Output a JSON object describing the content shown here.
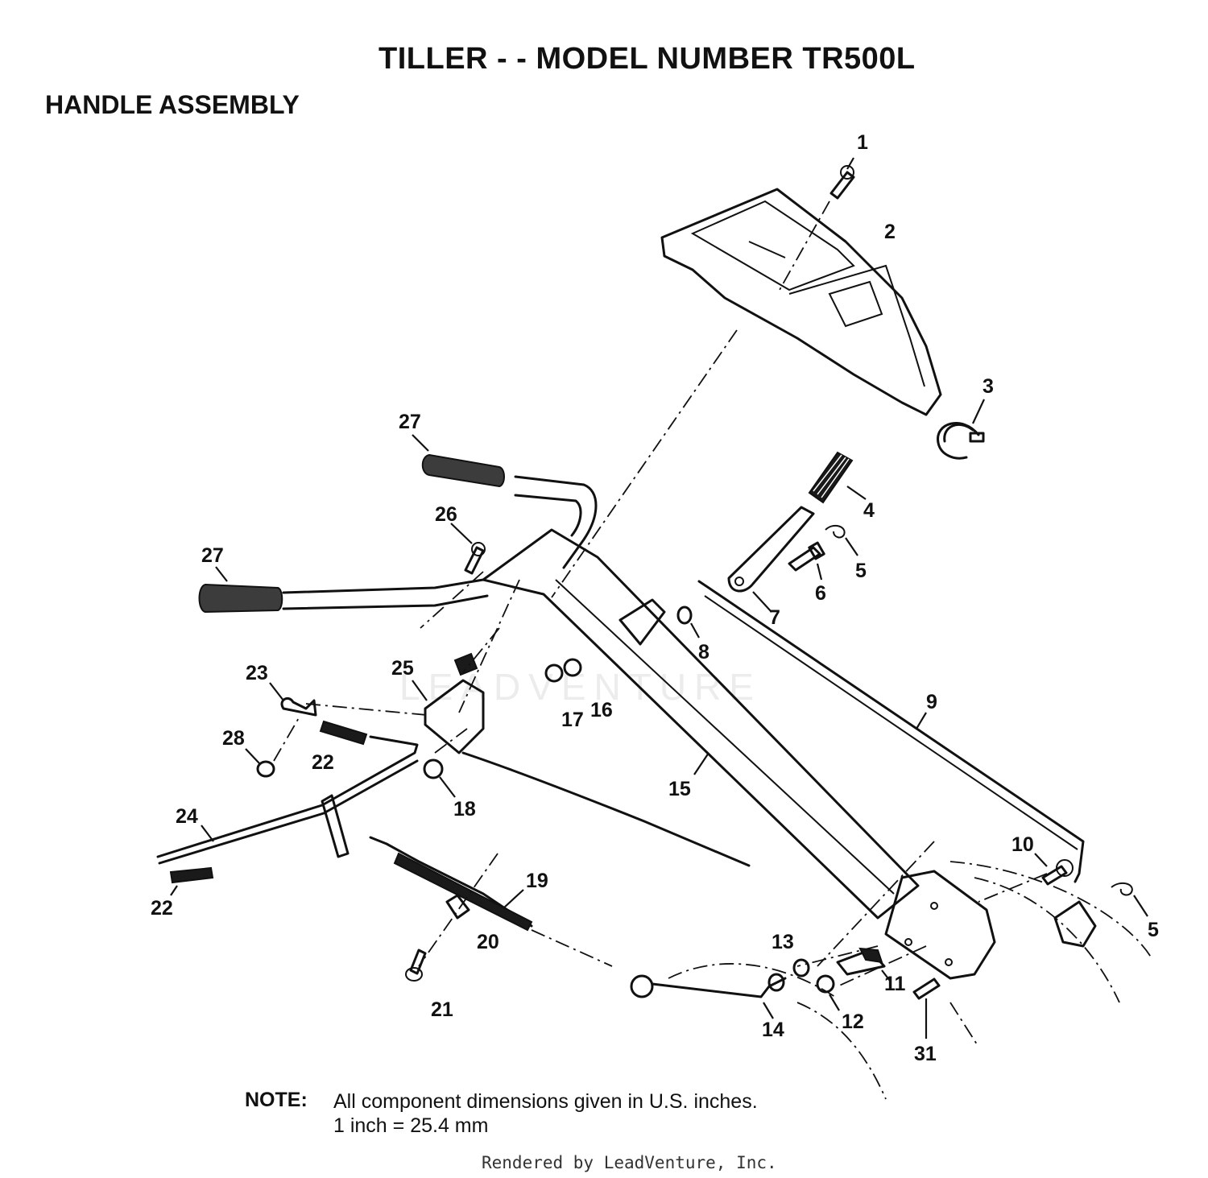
{
  "title": "TILLER - - MODEL NUMBER TR500L",
  "subtitle": "HANDLE ASSEMBLY",
  "note": {
    "label": "NOTE:",
    "line1": "All component dimensions given in U.S. inches.",
    "line2": "1 inch = 25.4 mm"
  },
  "watermark": "LEADVENTURE",
  "footer": "Rendered by LeadVenture, Inc.",
  "callouts": {
    "c1": "1",
    "c2": "2",
    "c3": "3",
    "c4": "4",
    "c5a": "5",
    "c5b": "5",
    "c6": "6",
    "c7": "7",
    "c8": "8",
    "c9": "9",
    "c10": "10",
    "c11": "11",
    "c12": "12",
    "c13": "13",
    "c14": "14",
    "c15": "15",
    "c16": "16",
    "c17": "17",
    "c18": "18",
    "c19": "19",
    "c20": "20",
    "c21": "21",
    "c22a": "22",
    "c22b": "22",
    "c23": "23",
    "c24": "24",
    "c25": "25",
    "c26": "26",
    "c27a": "27",
    "c27b": "27",
    "c28": "28",
    "c31": "31"
  }
}
